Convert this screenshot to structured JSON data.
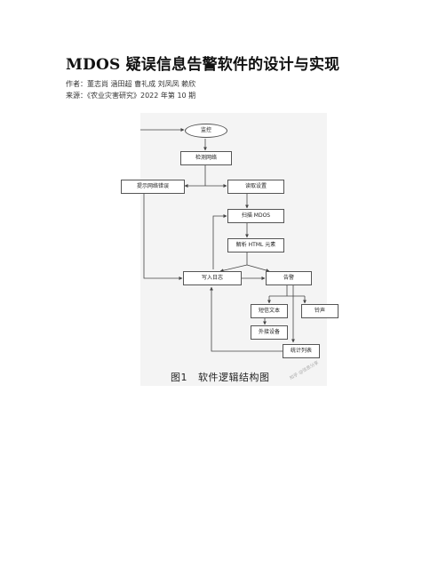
{
  "document": {
    "title": "MDOS 疑误信息告警软件的设计与实现",
    "author_label": "作者：",
    "authors": "董志尚 涵田超 曹礼成 刘凤凤 赖欣",
    "source_label": "来源：",
    "source": "《农业灾害研究》2022 年第 10 期"
  },
  "figure": {
    "nodes": {
      "start": "监控",
      "check_network": "检测网络",
      "prompt_network_error": "提示网络错误",
      "read_settings": "读取设置",
      "scan_mdos": "扫描 MDOS",
      "parse_html": "解析 HTML 元素",
      "write_log": "写入日志",
      "alarm": "告警",
      "sms_text": "短信文本",
      "ring": "铃声",
      "external_device": "外接设备",
      "stat_list": "统计列表"
    },
    "caption_number": "图1",
    "caption_text": "软件逻辑结构图",
    "watermark": "知乎 @信息分享"
  }
}
